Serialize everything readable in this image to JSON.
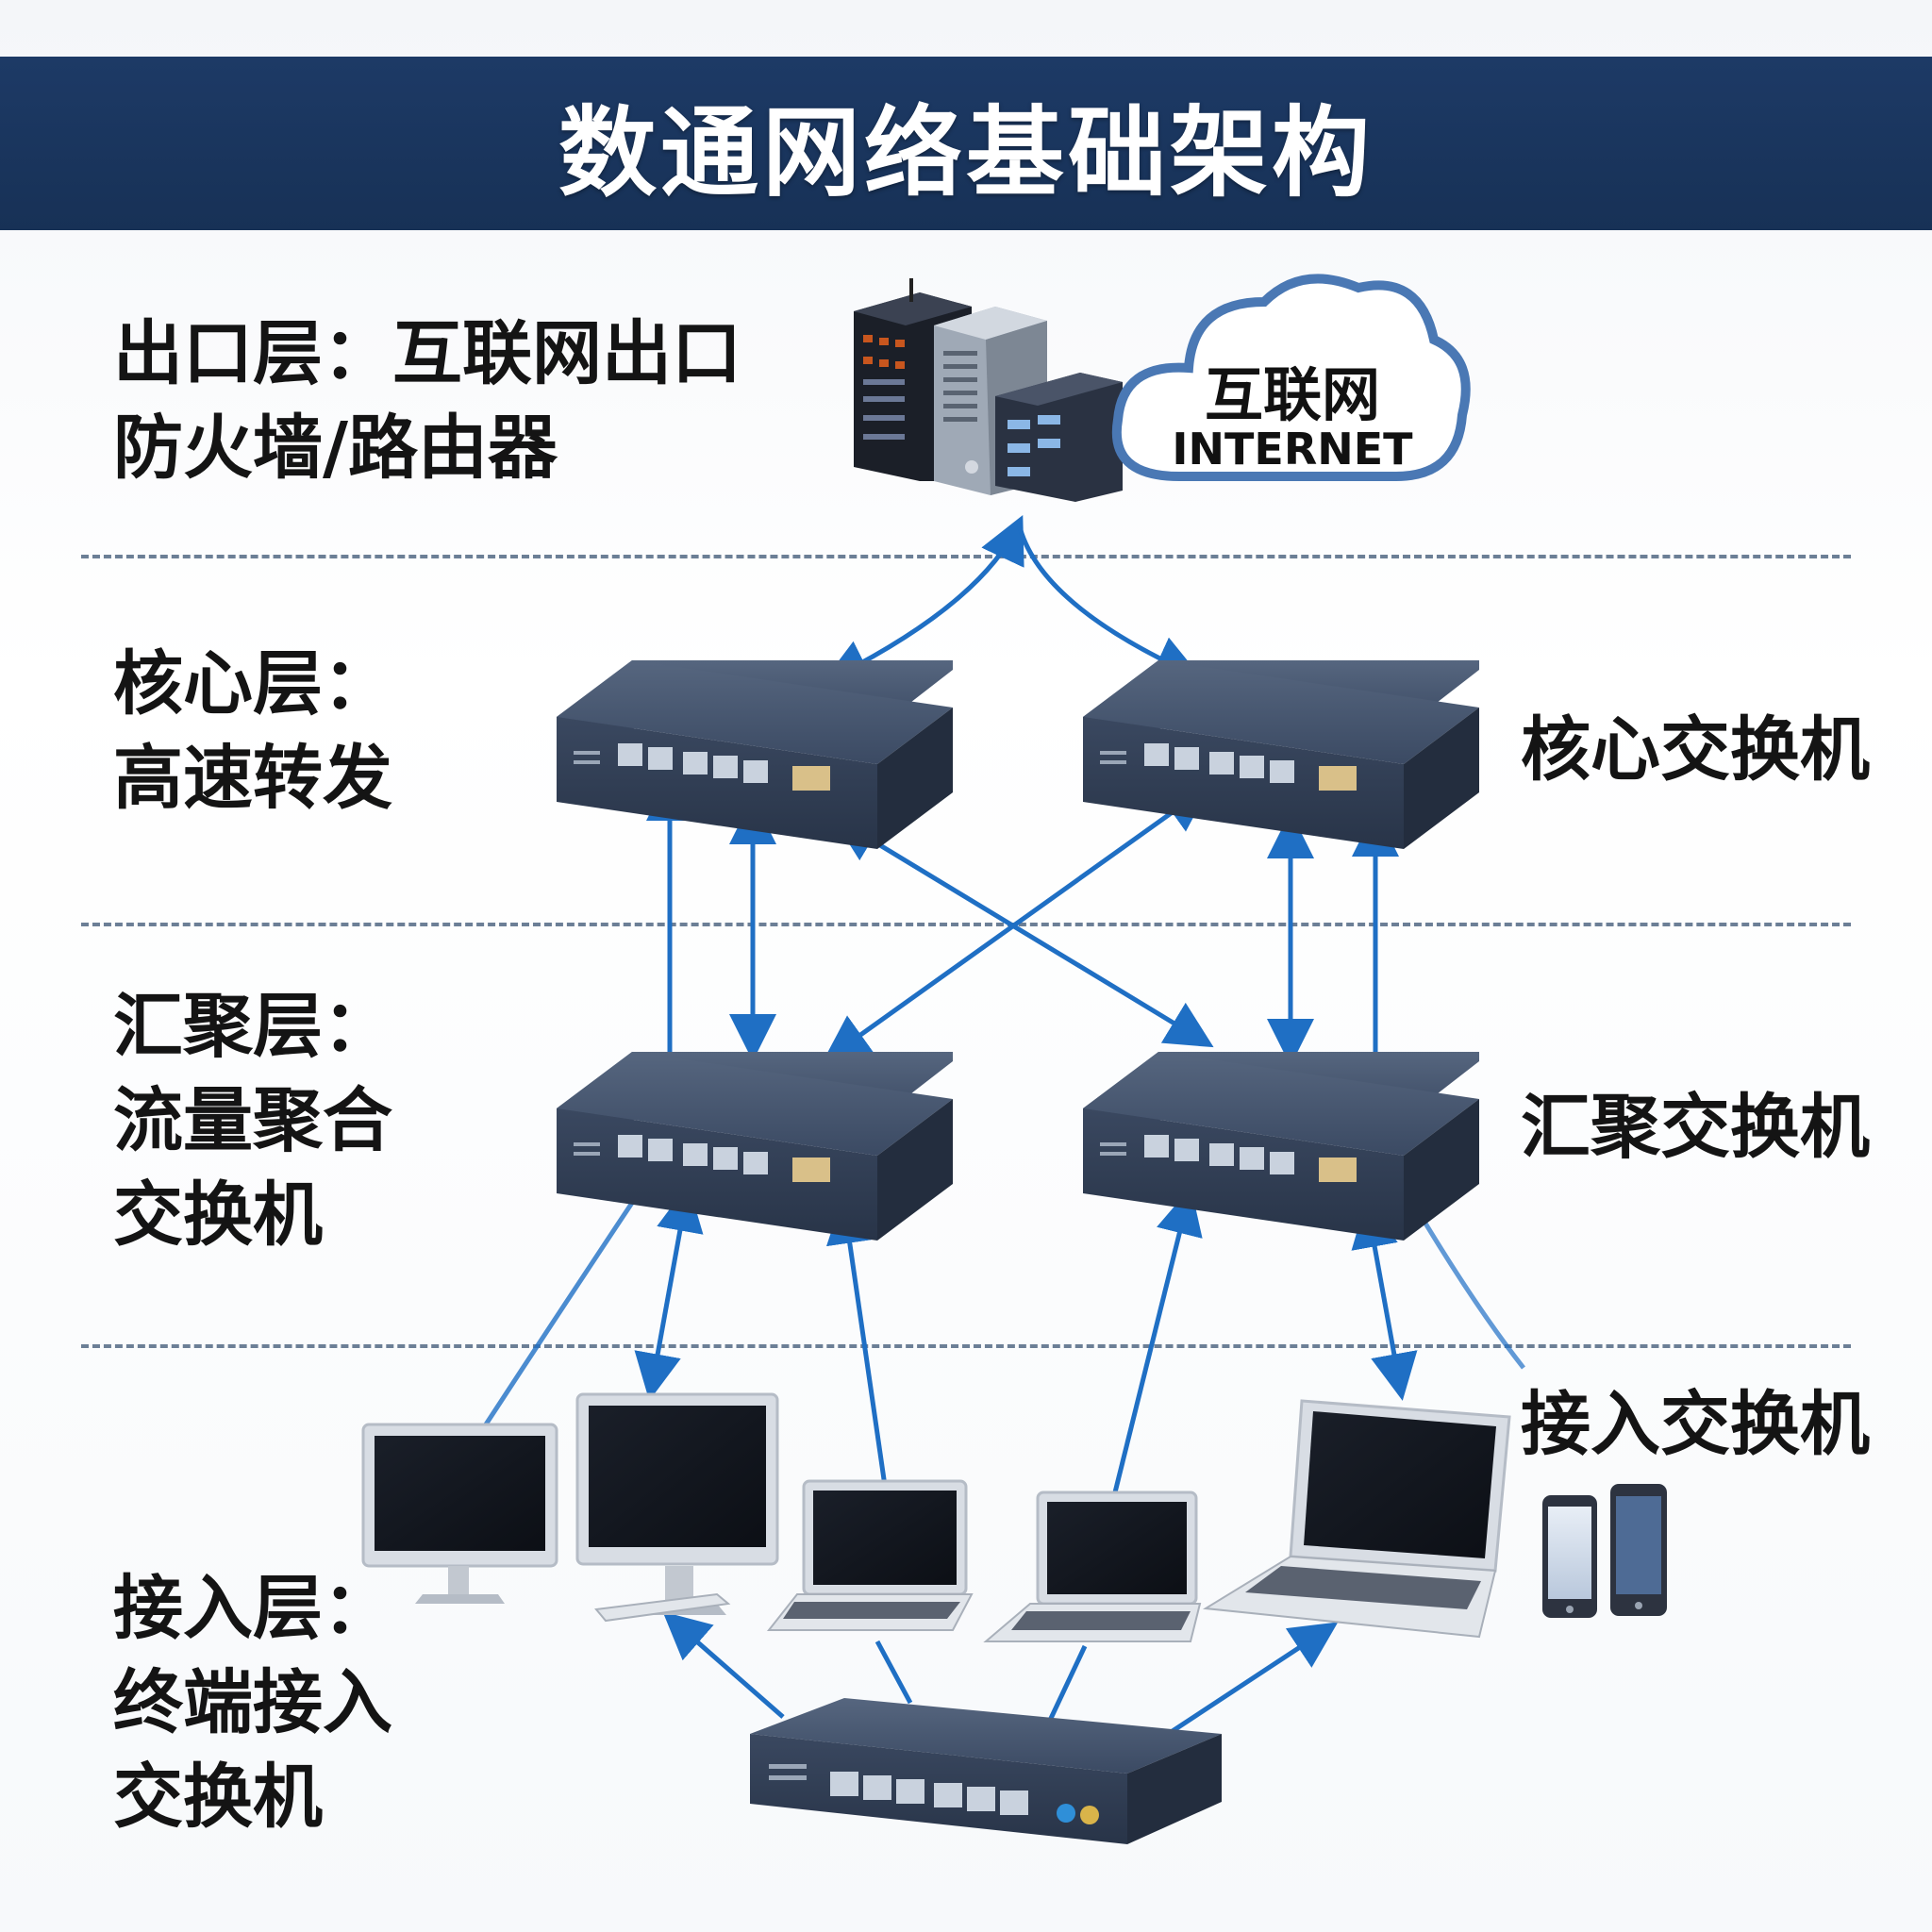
{
  "title": "数通网络基础架构",
  "layers": {
    "exit": [
      "出口层：互联网出口",
      "防火墙/路由器"
    ],
    "core": [
      "核心层：",
      "高速转发"
    ],
    "aggregation": [
      "汇聚层：",
      "流量聚合",
      "交换机"
    ],
    "access": [
      "接入层：",
      "终端接入",
      "交换机"
    ]
  },
  "side_labels": {
    "core": "核心交换机",
    "aggregation": "汇聚交换机",
    "access": "接入交换机"
  },
  "cloud": {
    "label_cn": "互联网",
    "label_en": "INTERNET"
  },
  "colors": {
    "title_bar": "#1d3a66",
    "link": "#1f6fc4",
    "switch_body": "#3b4a63",
    "separator": "#6c7f96"
  }
}
